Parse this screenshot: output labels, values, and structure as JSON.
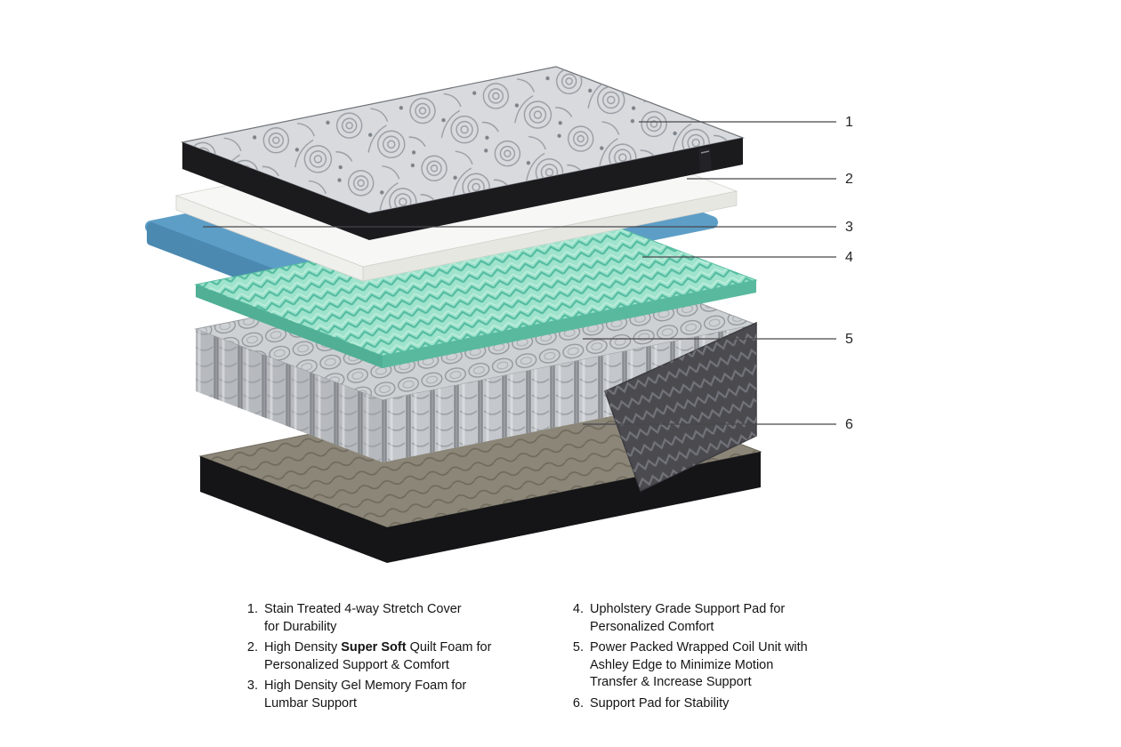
{
  "figure": {
    "title": "Exploded mattress layer diagram",
    "callouts": [
      {
        "label": "1"
      },
      {
        "label": "2"
      },
      {
        "label": "3"
      },
      {
        "label": "4"
      },
      {
        "label": "5"
      },
      {
        "label": "6"
      }
    ]
  },
  "colors": {
    "background": "#ffffff",
    "leader_line": "#47474b",
    "callout_text": "#242428",
    "quilt_gray": "#d8dade",
    "cover_band_black": "#1b1b1e",
    "foam_white_top": "#f7f7f5",
    "foam_white_front": "#e7e7e2",
    "foam_white_left": "#efefeb",
    "gel_blue": "#5d9ec7",
    "gel_blue_side": "#4b89b1",
    "foam_green_top": "#9fe3cd",
    "foam_green_front": "#59b99e",
    "foam_green_left": "#50af95",
    "coil_top": "#ced1d4",
    "coil_front": "#c4c7cb",
    "coil_left": "#b6b9bd",
    "edge_dark": "#4a4a4f",
    "pad_top": "#8b8678",
    "pad_band_black": "#151518",
    "tag_black": "#232327"
  },
  "legend": {
    "columns": [
      {
        "items": [
          {
            "num": "1.",
            "segments": [
              {
                "text": "Stain Treated 4-way Stretch Cover"
              },
              {
                "br": true
              },
              {
                "text": "for Durability"
              }
            ]
          },
          {
            "num": "2.",
            "segments": [
              {
                "text": "High Density "
              },
              {
                "text": "Super Soft",
                "bold": true
              },
              {
                "text": " Quilt Foam for"
              },
              {
                "br": true
              },
              {
                "text": "Personalized Support & Comfort"
              }
            ]
          },
          {
            "num": "3.",
            "segments": [
              {
                "text": "High Density Gel Memory Foam for"
              },
              {
                "br": true
              },
              {
                "text": "Lumbar Support"
              }
            ]
          }
        ]
      },
      {
        "items": [
          {
            "num": "4.",
            "segments": [
              {
                "text": "Upholstery Grade Support Pad for"
              },
              {
                "br": true
              },
              {
                "text": "Personalized Comfort"
              }
            ]
          },
          {
            "num": "5.",
            "segments": [
              {
                "text": "Power Packed Wrapped Coil Unit with"
              },
              {
                "br": true
              },
              {
                "text": "Ashley Edge to Minimize Motion"
              },
              {
                "br": true
              },
              {
                "text": "Transfer & Increase Support"
              }
            ]
          },
          {
            "num": "6.",
            "segments": [
              {
                "text": "Support Pad for Stability"
              }
            ]
          }
        ]
      }
    ]
  }
}
